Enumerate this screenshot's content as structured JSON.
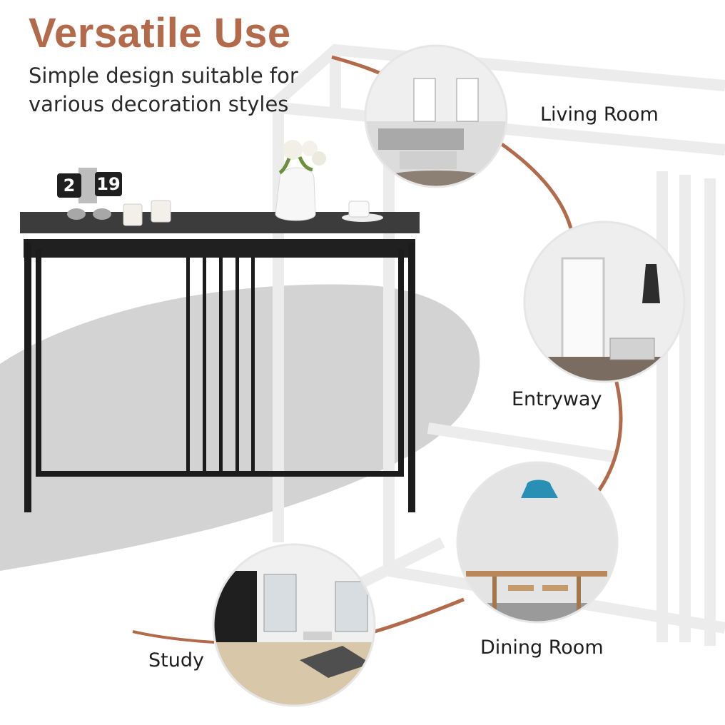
{
  "headline": "Versatile Use",
  "subheadline": {
    "line1": "Simple design suitable for",
    "line2": "various decoration styles"
  },
  "rooms": [
    {
      "label": "Living Room"
    },
    {
      "label": "Entryway"
    },
    {
      "label": "Dining Room"
    },
    {
      "label": "Study"
    }
  ],
  "clock": {
    "hour": "2",
    "minute": "19"
  },
  "colors": {
    "accent": "#b26a4b",
    "table_frame": "#1c1c1c",
    "table_top": "#3c3c3c",
    "line_gray": "#ececec"
  }
}
